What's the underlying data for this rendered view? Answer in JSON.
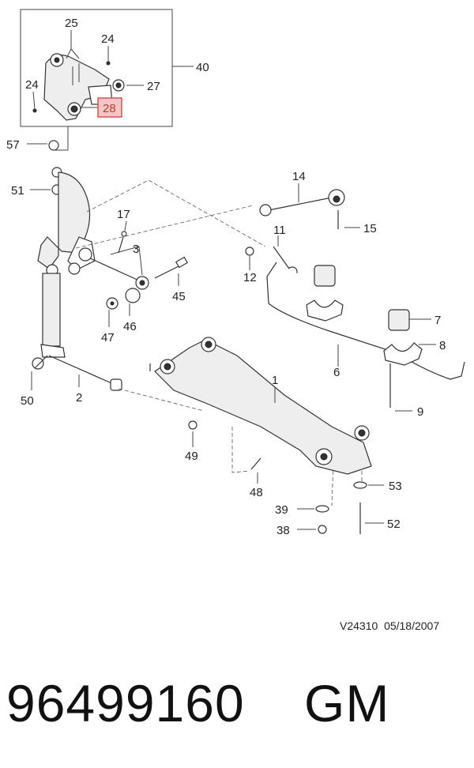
{
  "callouts": {
    "c1": "1",
    "c2": "2",
    "c3": "3",
    "c6": "6",
    "c7": "7",
    "c8": "8",
    "c9": "9",
    "c11": "11",
    "c12": "12",
    "c14": "14",
    "c15": "15",
    "c17": "17",
    "c24a": "24",
    "c24b": "24",
    "c25": "25",
    "c27": "27",
    "c28": "28",
    "c38": "38",
    "c39": "39",
    "c40": "40",
    "c45": "45",
    "c46": "46",
    "c47": "47",
    "c48": "48",
    "c49": "49",
    "c50": "50",
    "c51": "51",
    "c52": "52",
    "c53": "53",
    "c57": "57"
  },
  "highlight": {
    "part": "28",
    "color": "#f4c6c6",
    "border": "#d9534f"
  },
  "footer": {
    "ref_code": "V24310",
    "date": "05/18/2007"
  },
  "part_number": "96499160",
  "brand": "GM"
}
